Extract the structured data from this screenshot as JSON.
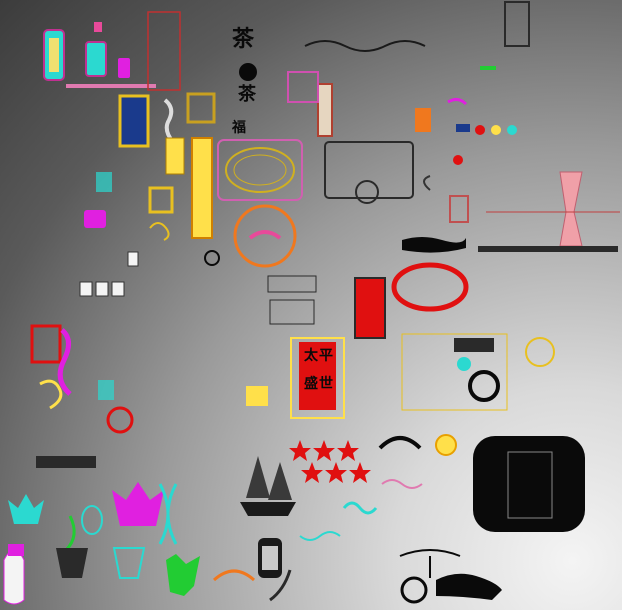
{
  "scene": {
    "description_colors": {
      "magenta": "#e020e0",
      "cyan": "#2bd9d0",
      "yellow": "#ffe04a",
      "red": "#e01010",
      "black": "#0a0a0a",
      "orange": "#f0781e",
      "navy": "#1a3a8c",
      "pink": "#e07ab0",
      "green": "#22cc33"
    },
    "plaque": {
      "chars": [
        "太",
        "平",
        "盛",
        "世"
      ]
    },
    "stamp_top": {
      "chars": [
        "茶"
      ]
    },
    "stamp_mid": {
      "chars": [
        "茶"
      ]
    },
    "small_label": {
      "chars": [
        "福"
      ]
    }
  }
}
